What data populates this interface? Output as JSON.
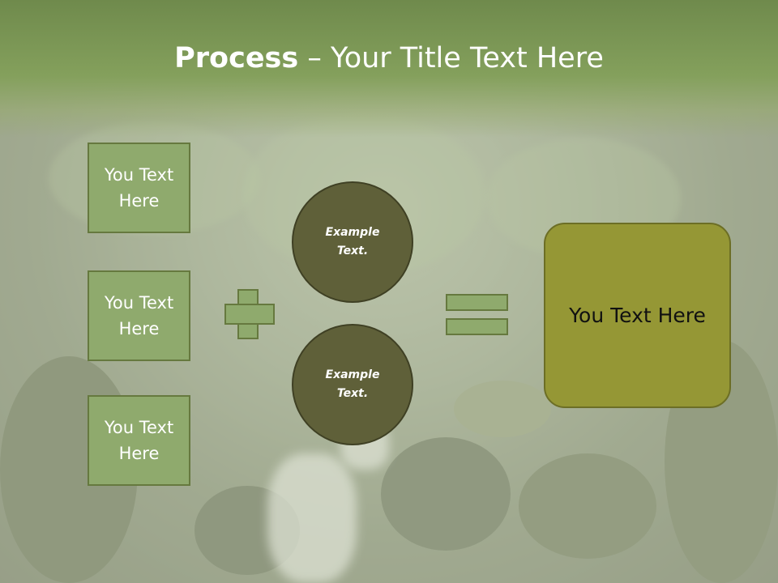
{
  "title": {
    "bold": "Process",
    "rest": " – Your Title Text Here"
  },
  "left_boxes": [
    {
      "label": "You Text Here"
    },
    {
      "label": "You Text Here"
    },
    {
      "label": "You Text Here"
    }
  ],
  "circles": [
    {
      "label": "Example Text."
    },
    {
      "label": "Example Text."
    }
  ],
  "result_box": {
    "label": "You Text Here"
  },
  "colors": {
    "header_green": "#84a05c",
    "box_fill": "#8faa6d",
    "box_border": "#66793f",
    "circle_fill": "#5f6039",
    "result_fill": "#959735"
  },
  "icons": {
    "plus": "plus-icon",
    "equals": "equals-icon"
  }
}
